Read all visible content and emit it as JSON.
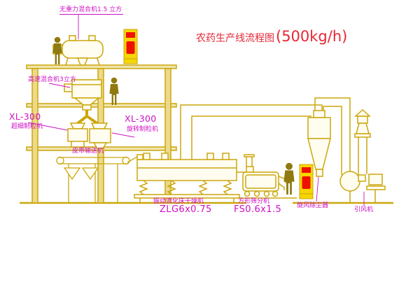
{
  "title": {
    "main": "农药生产线流程图",
    "capacity": "(500kg/h)"
  },
  "labels": {
    "mixer_top": "无重力混合机1.5 立方",
    "mixer_mid": "高速混合机3立方",
    "granulator_left": {
      "model": "XL-300",
      "name": "超细制粒机"
    },
    "granulator_center": {
      "model": "XL-300",
      "name": "旋转制粒机"
    },
    "belt": "皮带输送机",
    "dryer": {
      "name": "振动流化床干燥机",
      "model": "ZLG6x0.75"
    },
    "sifter": {
      "name": "方形筛分机",
      "model": "FS0.6x1.5"
    },
    "cyclone": "旋风除尘器",
    "fan": "引风机"
  },
  "colors": {
    "line_yellow": "#cba70e",
    "label_magenta": "#cf10c3",
    "title_red": "#e62735",
    "cabinet_yellow": "#f7d500",
    "accent_red": "#ee1100"
  }
}
